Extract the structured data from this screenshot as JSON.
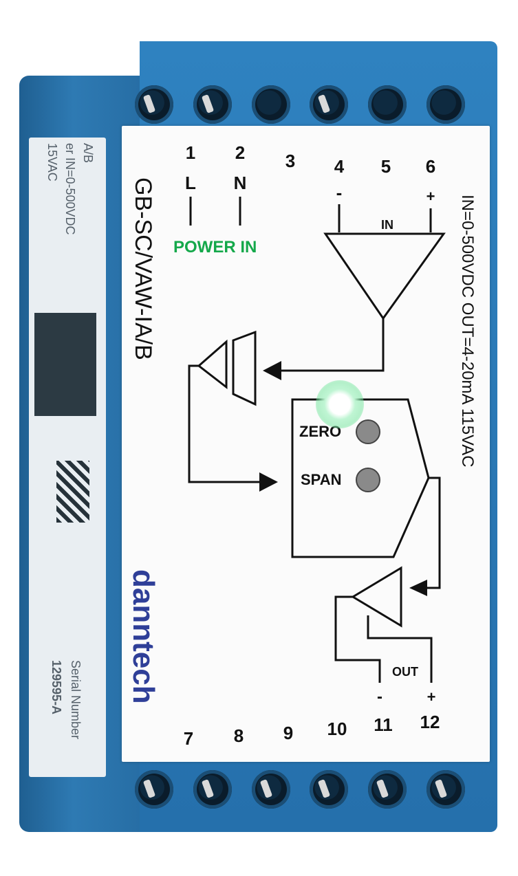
{
  "model": "GB-SC/VAW-IA/B",
  "spec": "IN=0-500VDC OUT=4-20mA 115VAC",
  "brand": "danntech",
  "power_label": "POWER IN",
  "terminals_top": [
    {
      "num": "1",
      "sub": "L"
    },
    {
      "num": "2",
      "sub": "N"
    },
    {
      "num": "3",
      "sub": ""
    },
    {
      "num": "4",
      "sub": "-"
    },
    {
      "num": "5",
      "sub": ""
    },
    {
      "num": "6",
      "sub": "+"
    }
  ],
  "terminals_bottom": [
    "7",
    "8",
    "9",
    "10",
    "11",
    "12"
  ],
  "in_label": "IN",
  "out_label": "OUT",
  "out_minus": "-",
  "out_plus": "+",
  "zero_label": "ZERO",
  "span_label": "SPAN",
  "side_label": {
    "line1": "A/B",
    "line2": "er IN=0-500VDC",
    "line3": "15VAC",
    "serial_label": "Serial Number",
    "serial": "129595-A"
  },
  "colors": {
    "housing": "#2a78b5",
    "label": "#fbfbfb",
    "brand": "#2f3f98",
    "led": "#14a84a"
  }
}
